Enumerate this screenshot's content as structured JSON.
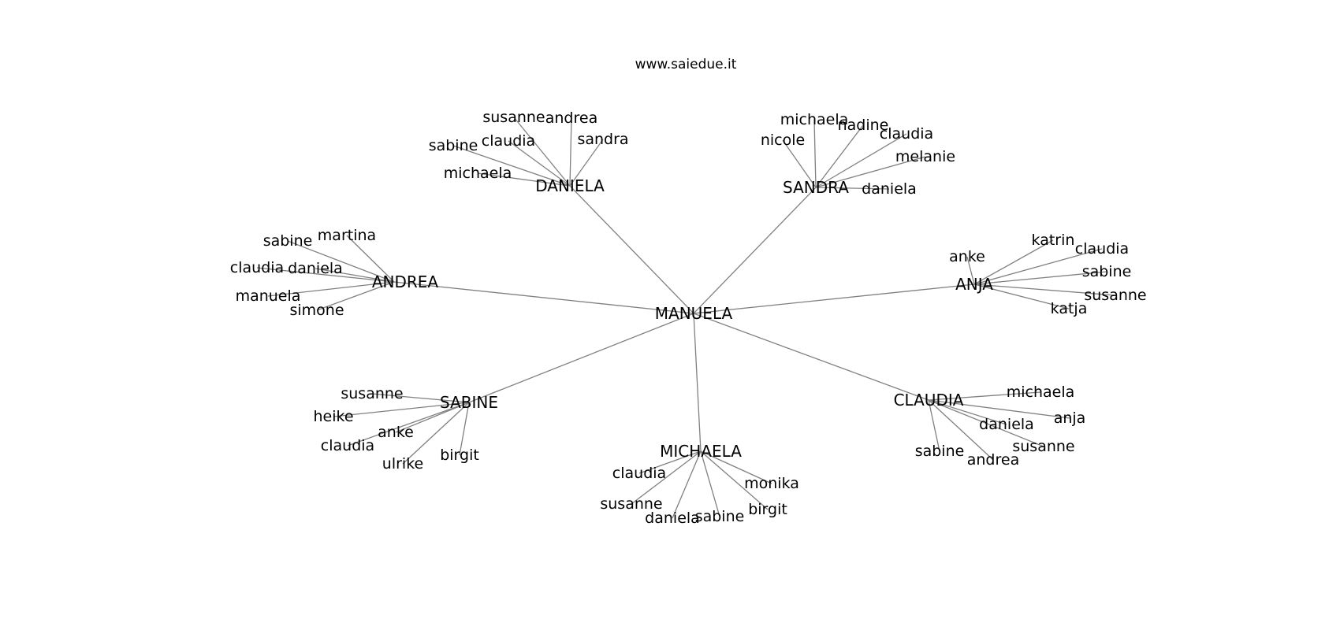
{
  "title": "www.saiedue.it",
  "root": "MANUELA",
  "clusters": [
    {
      "hub": "DANIELA",
      "leaves": [
        "susanne",
        "andrea",
        "sabine",
        "claudia",
        "sandra",
        "michaela"
      ]
    },
    {
      "hub": "SANDRA",
      "leaves": [
        "michaela",
        "nadine",
        "nicole",
        "claudia",
        "melanie",
        "daniela"
      ]
    },
    {
      "hub": "ANDREA",
      "leaves": [
        "martina",
        "sabine",
        "claudia",
        "daniela",
        "manuela",
        "simone"
      ]
    },
    {
      "hub": "ANJA",
      "leaves": [
        "katrin",
        "anke",
        "claudia",
        "sabine",
        "susanne",
        "katja"
      ]
    },
    {
      "hub": "SABINE",
      "leaves": [
        "susanne",
        "heike",
        "anke",
        "claudia",
        "ulrike",
        "birgit"
      ]
    },
    {
      "hub": "CLAUDIA",
      "leaves": [
        "michaela",
        "anja",
        "daniela",
        "susanne",
        "sabine",
        "andrea"
      ]
    },
    {
      "hub": "MICHAELA",
      "leaves": [
        "claudia",
        "monika",
        "susanne",
        "birgit",
        "daniela",
        "sabine"
      ]
    }
  ],
  "colors": {
    "edge": "#808080",
    "text": "#000000",
    "background": "#ffffff"
  }
}
